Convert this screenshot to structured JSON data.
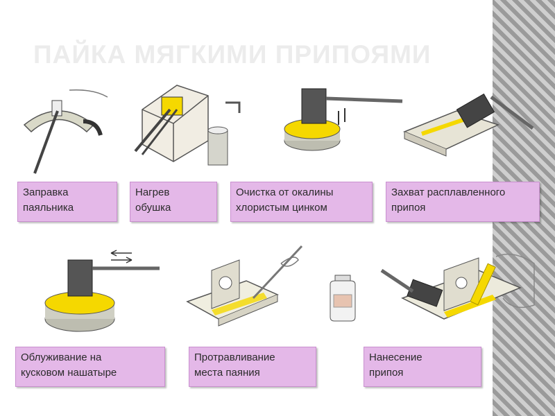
{
  "title": "Пайка мягкими припоями",
  "steps": [
    {
      "label": "Заправка\nпаяльника"
    },
    {
      "label": "Нагрев\nобушка"
    },
    {
      "label": "Очистка от окалины\nхлористым цинком"
    },
    {
      "label": "Захват расплавленного\nприпоя"
    },
    {
      "label": "Облуживание на\nкусковом нашатыре"
    },
    {
      "label": "Протравливание\nместа паяния"
    },
    {
      "label": "Нанесение\nприпоя"
    }
  ]
}
